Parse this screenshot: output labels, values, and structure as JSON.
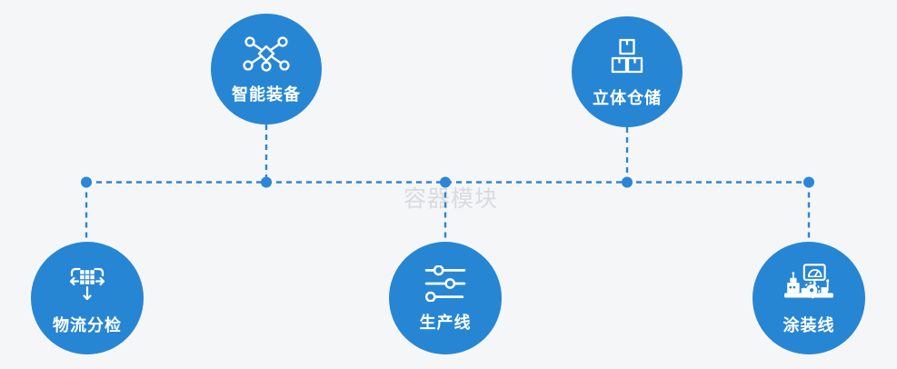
{
  "watermark": "容器模块",
  "colors": {
    "background": "#f5f6f7",
    "node_blue": "#2786d3",
    "connector_blue": "#2b86d5",
    "icon_white": "#ffffff",
    "label_white": "#ffffff",
    "watermark_gray": "#b8bcc4"
  },
  "connectors": {
    "style": "dashed",
    "junction_dots": 5
  },
  "nodes": [
    {
      "id": "smart-equipment",
      "label": "智能装备",
      "icon": "network-nodes-icon",
      "position": "top-left"
    },
    {
      "id": "warehouse-storage",
      "label": "立体仓储",
      "icon": "stacked-boxes-icon",
      "position": "top-right"
    },
    {
      "id": "logistics-sorting",
      "label": "物流分检",
      "icon": "sort-arrows-icon",
      "position": "bottom-left"
    },
    {
      "id": "production-line",
      "label": "生产线",
      "icon": "sliders-icon",
      "position": "bottom-middle"
    },
    {
      "id": "coating-line",
      "label": "涂装线",
      "icon": "machine-gauge-icon",
      "position": "bottom-right"
    }
  ]
}
